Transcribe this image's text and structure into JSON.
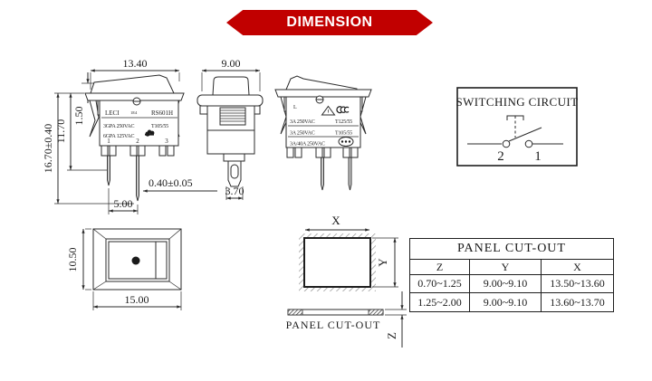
{
  "banner": {
    "label": "DIMENSION"
  },
  "colors": {
    "accent_red": "#c10000",
    "line": "#2b2b2b",
    "text": "#1a1a1a"
  },
  "front_view": {
    "dim_width": "13.40",
    "dim_total_height": "16.70±0.40",
    "dim_body_height": "11.70",
    "dim_rocker_height": "1.50",
    "dim_pin_thickness": "0.40±0.05",
    "dim_pin_pitch": "5.00",
    "markings": {
      "brand": "LECI",
      "code": "1E4",
      "model": "RS601H",
      "rating1": "3GPA 250VAC",
      "temp1": "T105/55",
      "rating2": "6GPA 125VAC",
      "terminal_1": "1",
      "terminal_2": "2",
      "terminal_3": "3"
    }
  },
  "side_view": {
    "dim_width": "9.00",
    "dim_terminal_width": "3.70"
  },
  "rear_view": {
    "markings": {
      "l_mark": "L",
      "rating1": "3A 250VAC",
      "temp1": "T125/55",
      "rating2": "3A 250VAC",
      "temp2": "T105/55",
      "rating3": "3A/40A 250VAC"
    }
  },
  "circuit_box": {
    "title": "SWITCHING CIRCUIT",
    "terminal_left": "2",
    "terminal_right": "1"
  },
  "top_view": {
    "dim_height": "10.50",
    "dim_width": "15.00"
  },
  "cutout_figure": {
    "label": "PANEL CUT-OUT",
    "x_label": "X",
    "y_label": "Y",
    "z_label": "Z"
  },
  "cutout_table": {
    "title": "PANEL CUT-OUT",
    "headers": [
      "Z",
      "Y",
      "X"
    ],
    "rows": [
      [
        "0.70~1.25",
        "9.00~9.10",
        "13.50~13.60"
      ],
      [
        "1.25~2.00",
        "9.00~9.10",
        "13.60~13.70"
      ]
    ]
  }
}
